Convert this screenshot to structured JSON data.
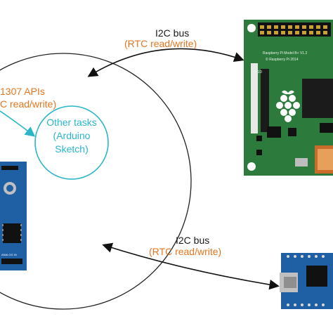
{
  "top_link": {
    "title": "I2C bus",
    "subtitle": "(RTC read/write)"
  },
  "bottom_link": {
    "title": "I2C bus",
    "subtitle": "(RTC read/write)"
  },
  "api_label": {
    "line1": "1307 APIs",
    "line2": "C read/write)"
  },
  "tasks_bubble": {
    "line1": "Other tasks",
    "line2": "(Arduino",
    "line3": "Sketch)"
  },
  "pi_board": {
    "model_text": "Raspberry Pi Model B+ V1.2",
    "copyright_text": "© Raspberry Pi 2014",
    "silk_label": "SP1D"
  },
  "shield_board": {
    "chip_text": "ANALOG IN"
  },
  "colors": {
    "link_text": "#1a1a1a",
    "accent_orange": "#e4761f",
    "accent_cyan": "#29b6c8",
    "pcb_green": "#2c7a3c",
    "pcb_blue": "#1f5fa3"
  }
}
